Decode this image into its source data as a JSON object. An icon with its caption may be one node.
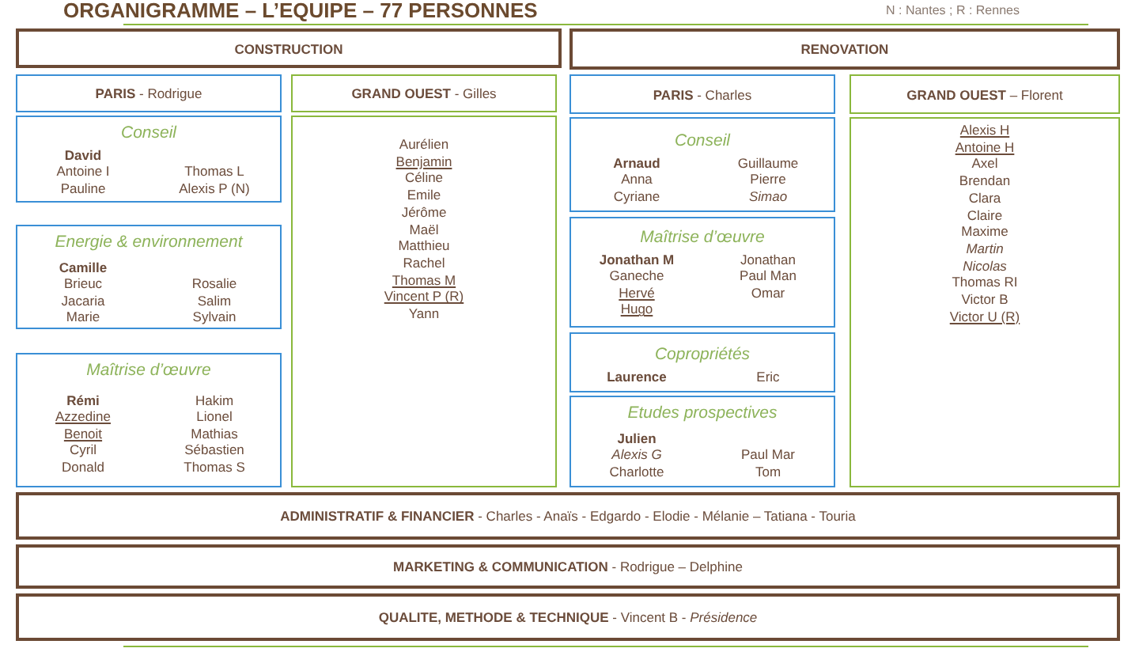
{
  "diagram": {
    "title": "ORGANIGRAMME – L’EQUIPE – 77 PERSONNES",
    "nodes": [
      {
        "text": [
          "CONSTRUCTION"
        ]
      },
      {
        "text": [
          "RENOVATION"
        ]
      },
      {
        "text": [
          "**PARIS** - Rodrigue"
        ]
      },
      {
        "text": [
          "**GRAND OUEST** - Gilles"
        ]
      },
      {
        "text": [
          "**PARIS** - Charles"
        ]
      },
      {
        "text": [
          "**GRAND OUEST** – Florent"
        ]
      },
      {
        "text": [
          "Conseil",
          "David",
          "Antoine I",
          "Thomas L",
          "Pauline",
          "Alexis P (N)"
        ]
      },
      {
        "text": [
          "Energie & environnement",
          "Camille",
          "Brieuc",
          "Rosalie",
          "Jacaria",
          "Salim",
          "Marie",
          "Sylvain"
        ]
      },
      {
        "text": [
          "Maîtrise d’œuvre",
          "Rémi",
          "Hakim",
          "Azzedine",
          "Lionel",
          "Benoit",
          "Mathias",
          "Cyril",
          "Sébastien",
          "Donald",
          "Thomas S"
        ]
      },
      {
        "text": [
          "Aurélien",
          "Benjamin",
          "Céline",
          "Emile",
          "Jérôme",
          "Maël",
          "Matthieu",
          "Rachel",
          "Thomas M",
          "Vincent P (R)",
          "Yann"
        ]
      },
      {
        "text": [
          "Conseil",
          "Arnaud",
          "Guillaume",
          "Anna",
          "Pierre",
          "Cyriane",
          "Simao"
        ]
      },
      {
        "text": [
          "Maîtrise d’œuvre",
          "Jonathan M",
          "Jonathan",
          "Ganeche",
          "Paul Man",
          "Hervé",
          "Omar",
          "Hugo"
        ]
      },
      {
        "text": [
          "Copropriétés",
          "Laurence",
          "Eric"
        ]
      },
      {
        "text": [
          "Etudes prospectives",
          "Julien",
          "Alexis G",
          "Paul Mar",
          "Charlotte",
          "Tom"
        ]
      },
      {
        "text": [
          "Alexis H",
          "Antoine H",
          "Axel",
          "Brendan",
          "Clara",
          "Claire",
          "Maxime",
          "Martin",
          "Nicolas",
          "Thomas RI",
          "Victor B",
          "Victor U (R)"
        ]
      },
      {
        "text": [
          "**ADMINISTRATIF & FINANCIER** - Charles - Anaïs - Edgardo - Elodie - Mélanie – Tatiana - Touria"
        ]
      },
      {
        "text": [
          "**MARKETING & COMMUNICATION** - Rodrigue – Delphine"
        ]
      },
      {
        "text": [
          "**QUALITE, METHODE & TECHNIQUE** - Vincent B - *Présidence*"
        ]
      }
    ],
    "labels": [
      "N : Nantes ; R : Rennes"
    ]
  }
}
